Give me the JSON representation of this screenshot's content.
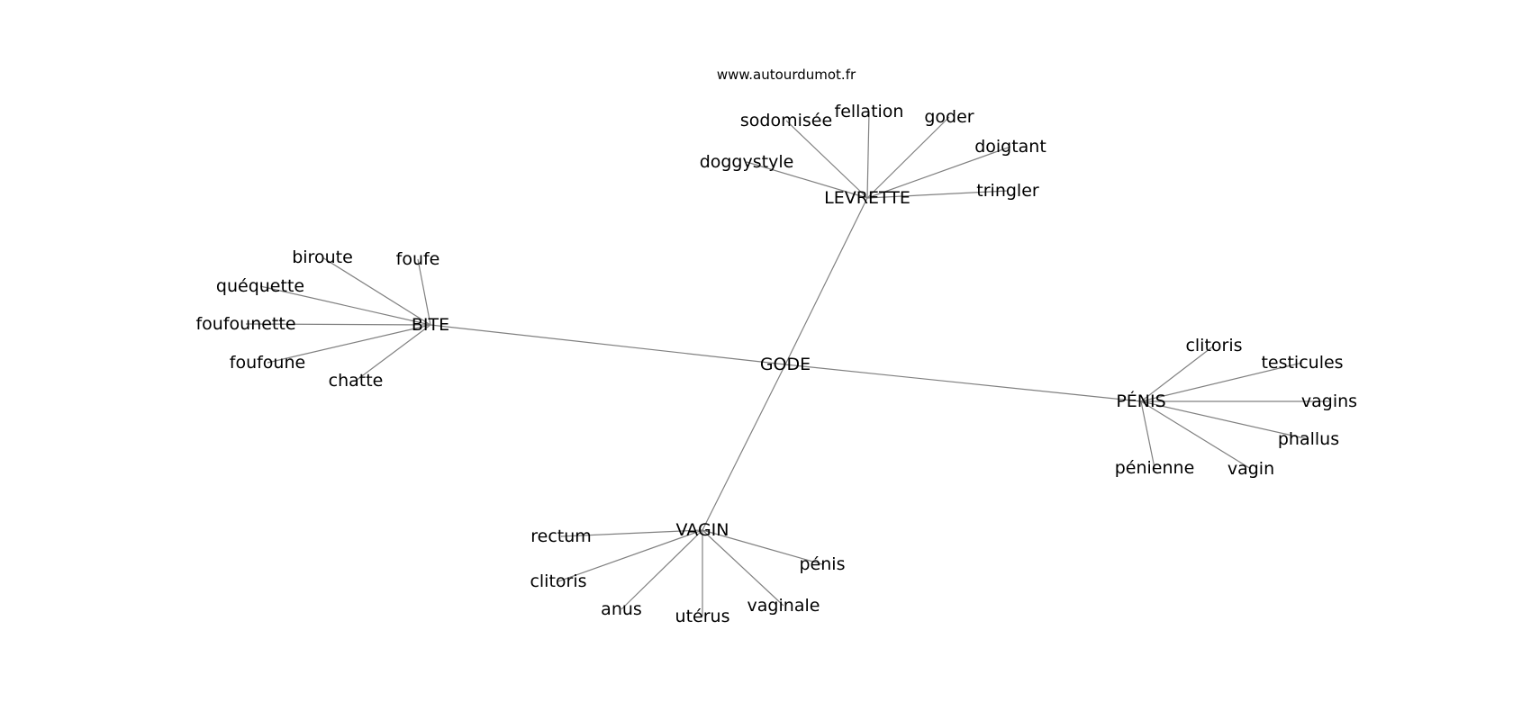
{
  "watermark": "www.autourdumot.fr",
  "graph": {
    "center": "GODE",
    "hubs": [
      {
        "id": "levrette",
        "label": "LEVRETTE",
        "leaves": [
          "doggystyle",
          "sodomisée",
          "fellation",
          "goder",
          "doigtant",
          "tringler"
        ]
      },
      {
        "id": "bite",
        "label": "BITE",
        "leaves": [
          "biroute",
          "foufe",
          "quéquette",
          "foufounette",
          "foufoune",
          "chatte"
        ]
      },
      {
        "id": "penis",
        "label": "PÉNIS",
        "leaves": [
          "clitoris",
          "testicules",
          "vagins",
          "phallus",
          "pénienne",
          "vagin"
        ]
      },
      {
        "id": "vagin",
        "label": "VAGIN",
        "leaves": [
          "rectum",
          "clitoris",
          "anus",
          "utérus",
          "vaginale",
          "pénis"
        ]
      }
    ]
  }
}
